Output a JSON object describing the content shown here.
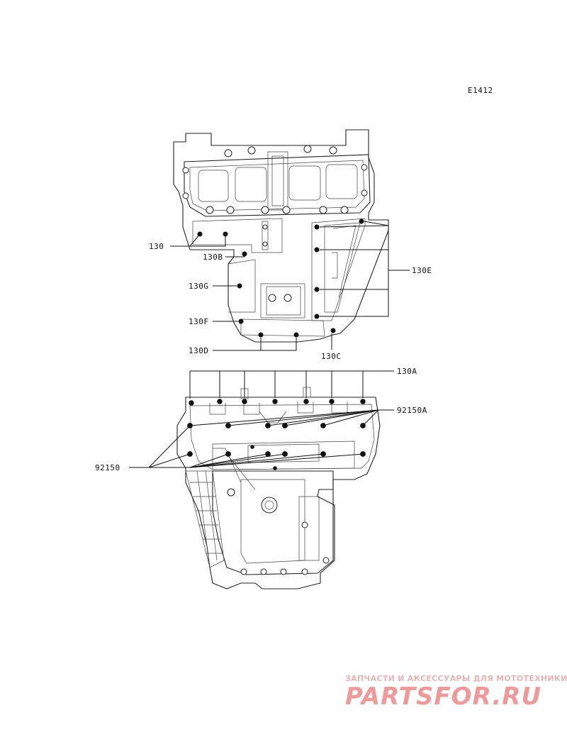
{
  "diagram_code": "E1412",
  "callouts": {
    "c130": "130",
    "c130B": "130B",
    "c130G": "130G",
    "c130F": "130F",
    "c130D": "130D",
    "c130C": "130C",
    "c130E": "130E",
    "c130A": "130A",
    "c92150A": "92150A",
    "c92150": "92150"
  },
  "watermark": {
    "tagline": "ЗАПЧАСТИ И АКСЕССУАРЫ ДЛЯ МОТОТЕХНИКИ",
    "logo": "PARTSFOR.RU"
  },
  "colors": {
    "line": "#222222",
    "watermark": "#ef9a9a"
  }
}
